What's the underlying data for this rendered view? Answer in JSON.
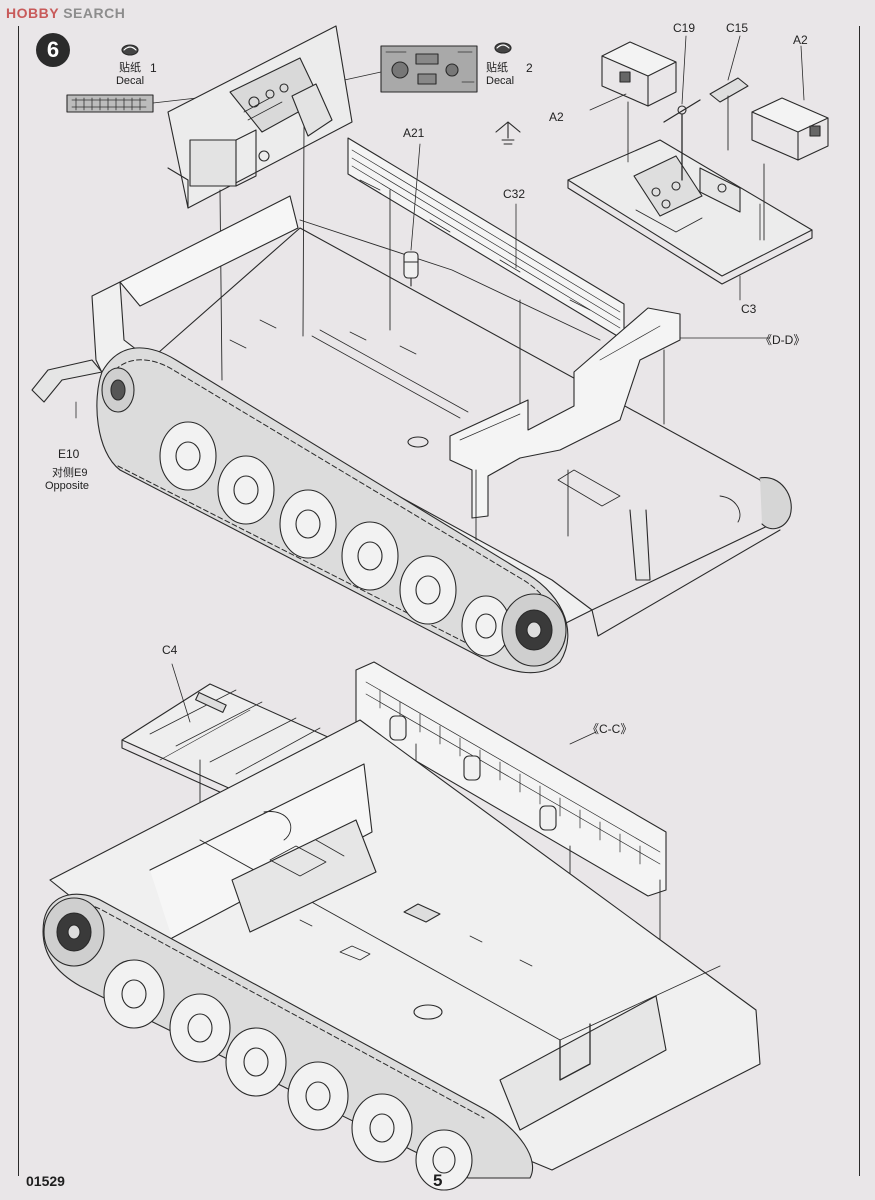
{
  "watermark": {
    "brand_a": "HOBBY",
    "brand_b": "SEARCH"
  },
  "step": {
    "number": "6"
  },
  "decals": [
    {
      "cn": "贴纸",
      "en": "Decal",
      "num": "1"
    },
    {
      "cn": "贴纸",
      "en": "Decal",
      "num": "2"
    }
  ],
  "labels": {
    "c19": "C19",
    "c15": "C15",
    "a2_top_right": "A2",
    "a2_left": "A2",
    "a21": "A21",
    "c32": "C32",
    "c3": "C3",
    "dd": "《D-D》",
    "e10": "E10",
    "e10_note_cn": "对侧E9",
    "e10_note_en": "Opposite",
    "c4": "C4",
    "cc": "《C-C》"
  },
  "footer": {
    "part_number": "01529",
    "page_number": "5"
  },
  "colors": {
    "paper": "#e9e6e8",
    "ink": "#2a2a2a",
    "badge": "#2b2b2b"
  }
}
